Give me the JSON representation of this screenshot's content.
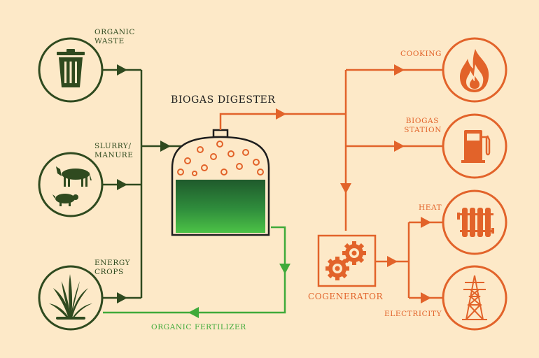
{
  "title": "BIOGAS DIGESTER",
  "inputs": {
    "organic_waste": [
      "ORGANIC",
      "WASTE"
    ],
    "slurry_manure": [
      "SLURRY/",
      "MANURE"
    ],
    "energy_crops": [
      "ENERGY",
      "CROPS"
    ]
  },
  "outputs": {
    "cooking": "COOKING",
    "biogas_station": [
      "BIOGAS",
      "STATION"
    ],
    "heat": "HEAT",
    "electricity": "ELECTRICITY"
  },
  "cogenerator": "COGENERATOR",
  "organic_fertilizer": "ORGANIC FERTILIZER",
  "colors": {
    "input": "#2f4a1f",
    "output": "#e2632a",
    "fertilizer": "#3faa3a",
    "background": "#fde9c8"
  },
  "icons": [
    "trash-can-icon",
    "cow-icon",
    "pig-icon",
    "grass-icon",
    "flame-icon",
    "fuel-pump-icon",
    "radiator-icon",
    "power-pylon-icon",
    "gears-icon"
  ]
}
